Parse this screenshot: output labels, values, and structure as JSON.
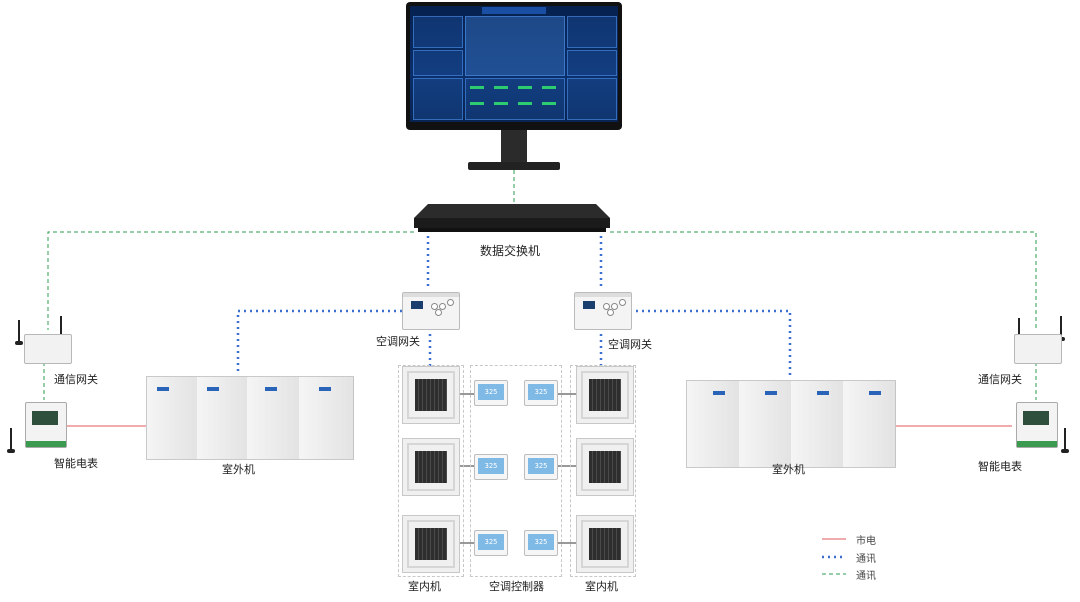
{
  "labels": {
    "switch": "数据交换机",
    "ac_gateway_left": "空调网关",
    "ac_gateway_right": "空调网关",
    "comm_gateway_left": "通信网关",
    "comm_gateway_right": "通信网关",
    "smart_meter_left": "智能电表",
    "smart_meter_right": "智能电表",
    "outdoor_left": "室外机",
    "outdoor_right": "室外机",
    "indoor_left": "室内机",
    "indoor_right": "室内机",
    "controller": "空调控制器"
  },
  "controller_display": "325",
  "legend": [
    {
      "label": "市电",
      "color": "#e05a5a",
      "style": "solid"
    },
    {
      "label": "通讯",
      "color": "#3a6fd0",
      "style": "dotted"
    },
    {
      "label": "通讯",
      "color": "#2e9c52",
      "style": "dashed"
    }
  ],
  "colors": {
    "power": "#e05a5a",
    "comm_blue": "#3a6fd0",
    "comm_green": "#2e9c52"
  }
}
